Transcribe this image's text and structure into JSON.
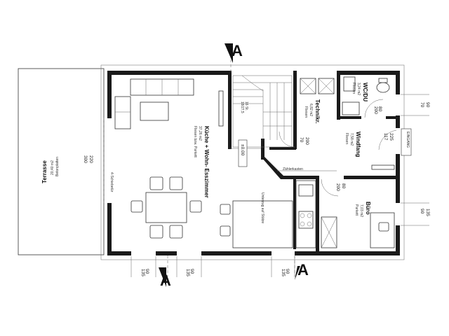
{
  "section_marker": "A",
  "rooms": {
    "kueche": {
      "name": "Küche + Wohn- Esszimmer",
      "area": "37,26 m2",
      "floor": "Fliesen bzw. Parkett"
    },
    "terrasse": {
      "name": "Terrasse",
      "area": "20,40 m2",
      "floor": "Betonplatten"
    },
    "technik": {
      "name": "Technikr.",
      "area": "6,82 m2",
      "floor": "Fliesen"
    },
    "wc": {
      "name": "WC/DU",
      "area": "3,24 m2",
      "floor": "Fliesen"
    },
    "windfang": {
      "name": "Windfang",
      "area": "7,58 m2",
      "floor": "Fliesen"
    },
    "buero": {
      "name": "Büro",
      "area": "7,03 m2",
      "floor": "Parkett"
    }
  },
  "labels": {
    "level": "±0.00",
    "stairs": "16 St.\n18/27,5",
    "eingang": "EINGANG",
    "zaehlerkasten": "Zählerkasten",
    "unterzug": "Unterzug auf Stütze",
    "schiebetuer": "4-Schiebetür"
  },
  "dimensions": {
    "terrace_opening": [
      "300",
      "220"
    ],
    "bottom_window_1": [
      "90",
      "135"
    ],
    "bottom_window_2": [
      "90",
      "135"
    ],
    "bottom_window_3": [
      "90",
      "135"
    ],
    "wc_window": [
      "70",
      "90"
    ],
    "entry_door": [
      "117",
      "225"
    ],
    "buero_window": [
      "90",
      "135"
    ],
    "technik_door": [
      "70",
      "200"
    ],
    "wc_door": [
      "80",
      "200"
    ],
    "buero_door": [
      "80",
      "200"
    ]
  }
}
